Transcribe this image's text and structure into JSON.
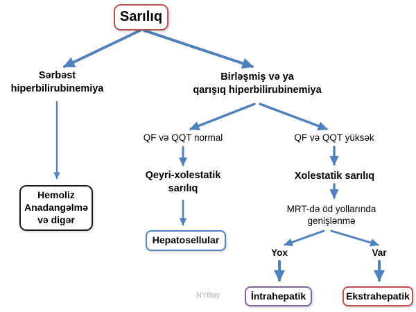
{
  "colors": {
    "accent_red": "#C0504D",
    "accent_blue": "#4F81BD",
    "accent_purple": "#8064A2",
    "box_black": "#1a1a1a"
  },
  "nodes": {
    "root": {
      "label": "Sarılıq"
    },
    "left_branch": {
      "label": "Sərbəst\nhiperbilirubinemiya"
    },
    "right_branch": {
      "label": "Birləşmiş və ya\nqarışıq hiperbilirubinemiya"
    },
    "qf_normal": {
      "label": "QF və QQT normal"
    },
    "qf_high": {
      "label": "QF və QQT yüksək"
    },
    "non_cholestatic": {
      "label": "Qeyri-xolestatik\nsarılıq"
    },
    "cholestatic": {
      "label": "Xolestatik sarılıq"
    },
    "hemolysis": {
      "label": "Hemoliz\nAnadangəlmə\nvə digər"
    },
    "hepatocellular": {
      "label": "Hepatosellular"
    },
    "mrt": {
      "label": "MRT-də öd yollarında\ngenişlənmə"
    },
    "no_option": {
      "label": "Yox"
    },
    "yes_option": {
      "label": "Var"
    },
    "intrahepatic": {
      "label": "İntrahepatik"
    },
    "extrahepatic": {
      "label": "Ekstrahepatik"
    }
  },
  "edges": [
    {
      "from": "root",
      "to": "left_branch"
    },
    {
      "from": "root",
      "to": "right_branch"
    },
    {
      "from": "left_branch",
      "to": "hemolysis"
    },
    {
      "from": "right_branch",
      "to": "qf_normal"
    },
    {
      "from": "right_branch",
      "to": "qf_high"
    },
    {
      "from": "qf_normal",
      "to": "non_cholestatic"
    },
    {
      "from": "non_cholestatic",
      "to": "hepatocellular"
    },
    {
      "from": "qf_high",
      "to": "cholestatic"
    },
    {
      "from": "cholestatic",
      "to": "mrt"
    },
    {
      "from": "mrt",
      "to": "no_option"
    },
    {
      "from": "mrt",
      "to": "yes_option"
    },
    {
      "from": "no_option",
      "to": "intrahepatic"
    },
    {
      "from": "yes_option",
      "to": "extrahepatic"
    }
  ],
  "watermark": "NYBay"
}
